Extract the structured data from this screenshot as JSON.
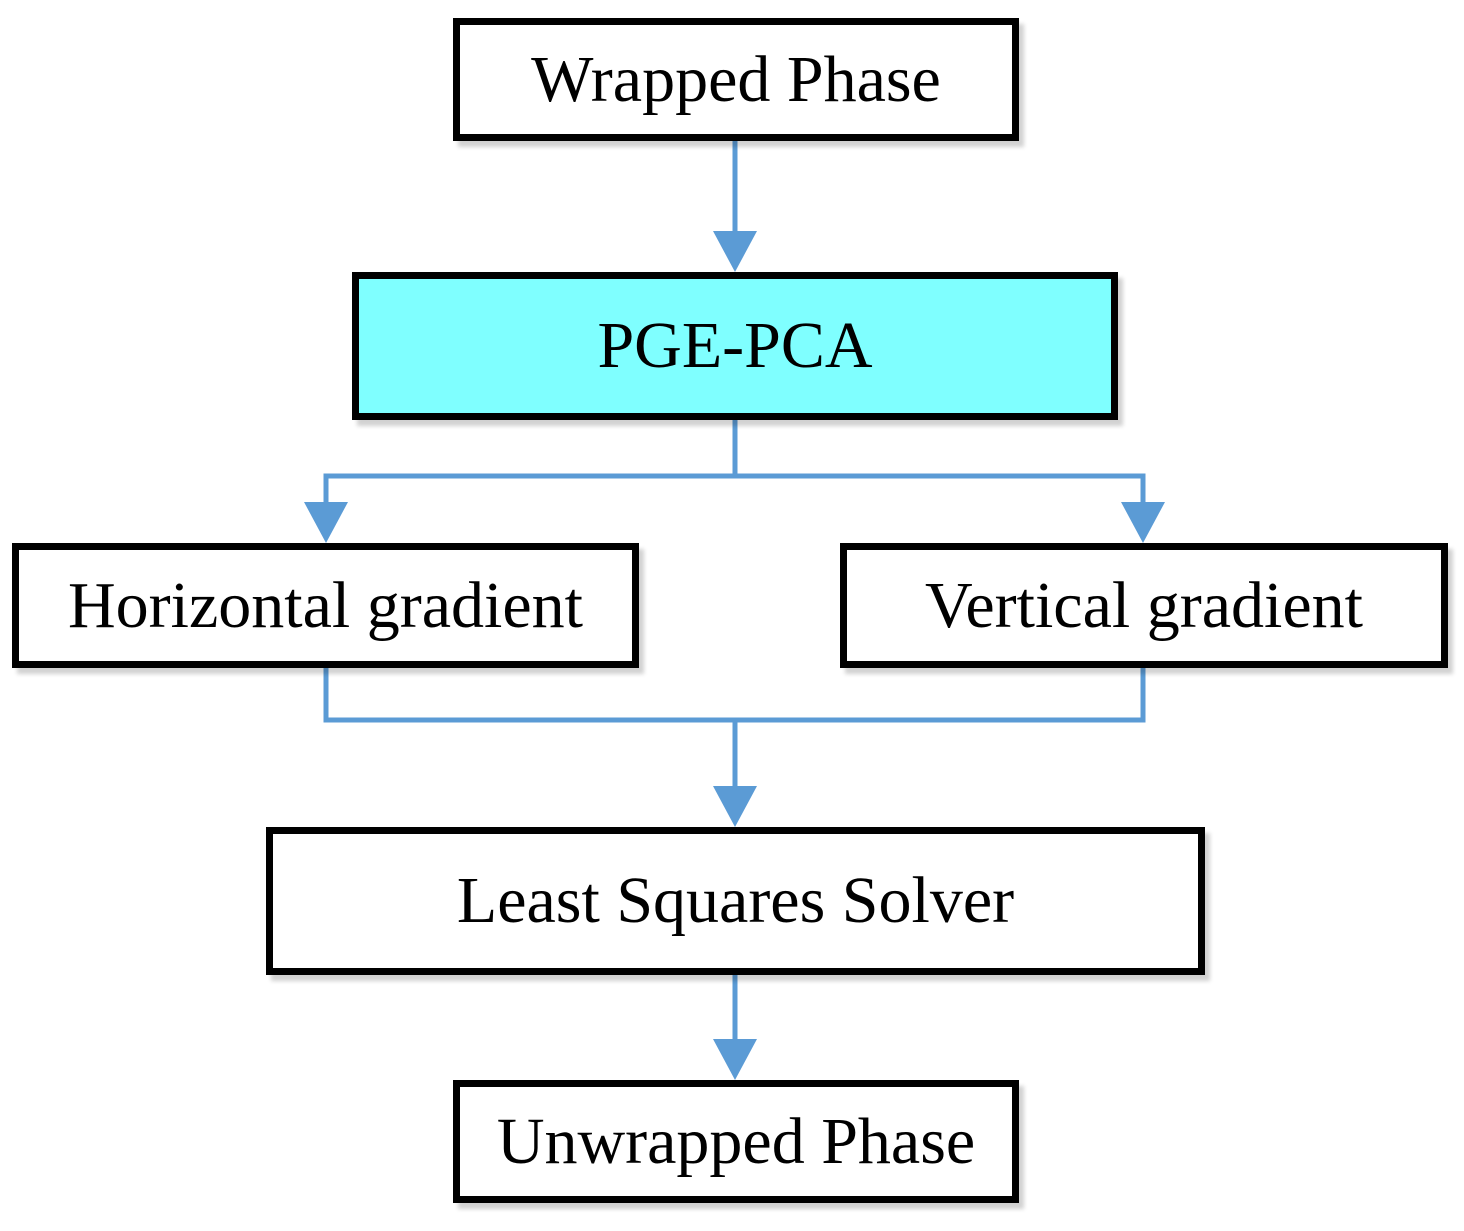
{
  "diagram": {
    "accent_color": "#5b9bd5",
    "highlight_color": "#7fffff",
    "nodes": {
      "wrapped_phase": "Wrapped Phase",
      "pge_pca": "PGE-PCA",
      "horizontal_gradient": "Horizontal gradient",
      "vertical_gradient": "Vertical gradient",
      "least_squares_solver": "Least Squares Solver",
      "unwrapped_phase": "Unwrapped Phase"
    },
    "edges": [
      {
        "from": "wrapped_phase",
        "to": "pge_pca"
      },
      {
        "from": "pge_pca",
        "to": "horizontal_gradient"
      },
      {
        "from": "pge_pca",
        "to": "vertical_gradient"
      },
      {
        "from": "horizontal_gradient",
        "to": "least_squares_solver"
      },
      {
        "from": "vertical_gradient",
        "to": "least_squares_solver"
      },
      {
        "from": "least_squares_solver",
        "to": "unwrapped_phase"
      }
    ]
  }
}
